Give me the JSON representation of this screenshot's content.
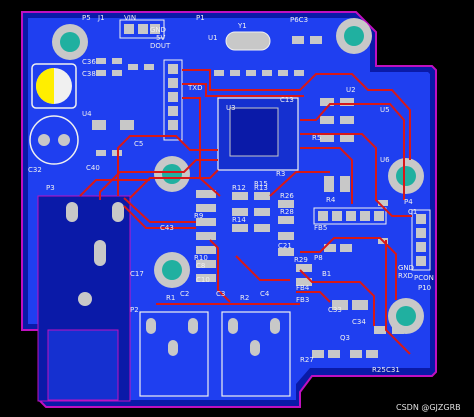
{
  "colors": {
    "background": "#000000",
    "board": "#0a1aa8",
    "copper": "#1f3ff0",
    "outline": "#c010c0",
    "trace_top": "#d81818",
    "silkscreen": "#f0f0f0",
    "pad": "#c8c8c8",
    "pad_hole": "#20b0a0",
    "cap_marker": "#ffee00"
  },
  "labels": {
    "p5": "P5",
    "j1": "J1",
    "p1": "P1",
    "u1": "U1",
    "p6c3": "P6C3",
    "u2": "U2",
    "u3": "U3",
    "u4": "U4",
    "u5": "U5",
    "u6": "U6",
    "p2": "P2",
    "p3": "P3",
    "p4": "P4",
    "p10": "P10",
    "pcon": "PCON",
    "gnd": "GND",
    "vin": "VIN",
    "gnd2": "GND",
    "dout": "DOUT",
    "sv": "5V",
    "txd": "TXD",
    "rxd": "RXD",
    "c1": "C1",
    "c2": "C2",
    "c3": "C3",
    "c4": "C4",
    "c5": "C5",
    "c8": "C8",
    "c10": "C10",
    "c13": "C13",
    "c17": "C17",
    "c21": "C21",
    "c31": "C31",
    "c32": "C32",
    "c33": "C33",
    "c34": "C34",
    "c36": "C36",
    "c38": "C38",
    "c40": "C40",
    "c43": "C43",
    "r1": "R1",
    "r2": "R2",
    "r3": "R3",
    "r4": "R4",
    "r5": "R5",
    "r9": "R9",
    "r10": "R10",
    "r12": "R12",
    "r13": "R13",
    "r14": "R14",
    "r15": "R15",
    "r25": "R25",
    "r26": "R26",
    "r27": "R27",
    "r28": "R28",
    "r29": "R29",
    "fb3": "FB3",
    "fb4": "FB4",
    "fb5": "FB5",
    "q3": "Q3",
    "b1": "B1",
    "p8": "P8",
    "y1": "Y1",
    "watermark": "CSDN @GJZGRB"
  }
}
